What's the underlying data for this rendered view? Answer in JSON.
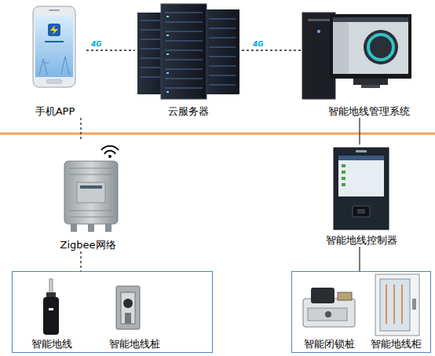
{
  "diagram": {
    "nodes": [
      {
        "text": [
          "手机APP"
        ]
      },
      {
        "text": [
          "云服务器"
        ]
      },
      {
        "text": [
          "智能地线管理系统"
        ]
      },
      {
        "text": [
          "Zigbee网络"
        ]
      },
      {
        "text": [
          "智能地线控制器"
        ]
      },
      {
        "text": []
      },
      {
        "text": [
          "智能地线"
        ],
        "in": 5
      },
      {
        "text": [
          "智能地线桩"
        ],
        "in": 5
      },
      {
        "text": []
      },
      {
        "text": [
          "智能闭锁桩"
        ],
        "in": 8
      },
      {
        "text": [
          "智能地线柜"
        ],
        "in": 8
      }
    ],
    "edges": [
      {
        "from": 0,
        "to": 1,
        "arrow": "none",
        "label": "4G"
      },
      {
        "from": 1,
        "to": 2,
        "arrow": "none",
        "label": "4G"
      },
      {
        "from": 0,
        "to": 3,
        "arrow": "none"
      },
      {
        "from": 3,
        "to": 5,
        "arrow": "none"
      },
      {
        "from": 2,
        "to": 4,
        "arrow": "none"
      },
      {
        "from": 4,
        "to": 8,
        "arrow": "none"
      }
    ]
  }
}
